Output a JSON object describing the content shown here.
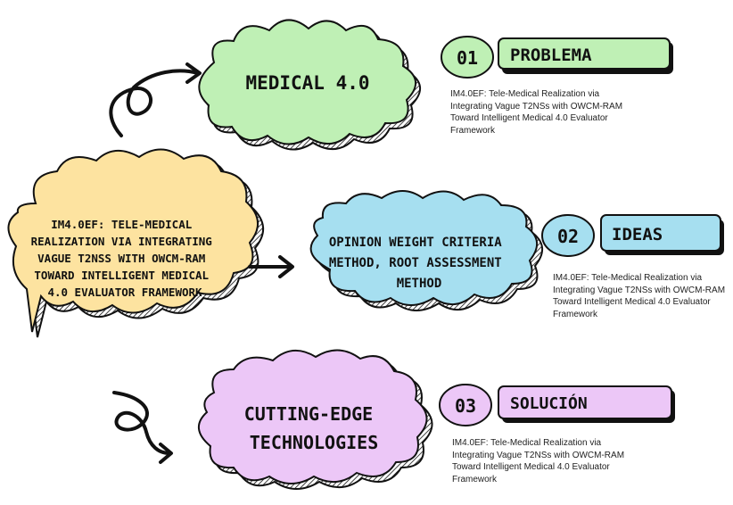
{
  "colors": {
    "green": "#bff0b5",
    "blue": "#a6dff0",
    "yellow": "#fde3a0",
    "purple": "#ecc7f7",
    "stroke": "#111111"
  },
  "center": {
    "lines": [
      "IM4.0EF: TELE-MEDICAL",
      "REALIZATION VIA INTEGRATING",
      "VAGUE T2NSS WITH OWCM-RAM",
      "TOWARD INTELLIGENT MEDICAL",
      "4.0 EVALUATOR FRAMEWORK"
    ]
  },
  "items": [
    {
      "cloud_lines": [
        "MEDICAL 4.0"
      ],
      "number": "01",
      "label": "PROBLEMA",
      "description": "IM4.0EF: Tele-Medical Realization via Integrating Vague T2NSs with OWCM-RAM Toward Intelligent Medical 4.0 Evaluator Framework"
    },
    {
      "cloud_lines": [
        "OPINION WEIGHT CRITERIA",
        "METHOD, ROOT ASSESSMENT",
        "METHOD"
      ],
      "number": "02",
      "label": "IDEAS",
      "description": "IM4.0EF: Tele-Medical Realization via Integrating Vague T2NSs with OWCM-RAM Toward Intelligent Medical 4.0 Evaluator Framework"
    },
    {
      "cloud_lines": [
        "CUTTING-EDGE",
        "TECHNOLOGIES"
      ],
      "number": "03",
      "label": "SOLUCIÓN",
      "description": "IM4.0EF: Tele-Medical Realization via Integrating Vague T2NSs with OWCM-RAM Toward Intelligent Medical 4.0 Evaluator Framework"
    }
  ]
}
